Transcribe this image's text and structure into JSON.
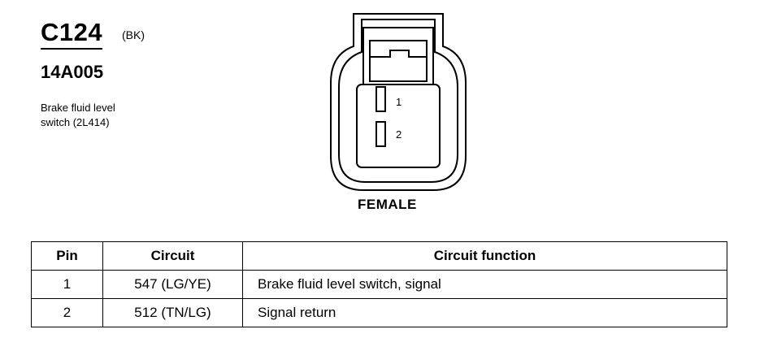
{
  "connector": {
    "id": "C124",
    "color": "(BK)",
    "part_number": "14A005",
    "description_line1": "Brake fluid level",
    "description_line2": "switch (2L414)"
  },
  "diagram": {
    "pins": [
      {
        "label": "1"
      },
      {
        "label": "2"
      }
    ],
    "gender": "FEMALE"
  },
  "table": {
    "headers": [
      "Pin",
      "Circuit",
      "Circuit function"
    ],
    "rows": [
      {
        "pin": "1",
        "circuit": "547 (LG/YE)",
        "function": "Brake fluid level switch, signal"
      },
      {
        "pin": "2",
        "circuit": "512 (TN/LG)",
        "function": "Signal return"
      }
    ]
  }
}
